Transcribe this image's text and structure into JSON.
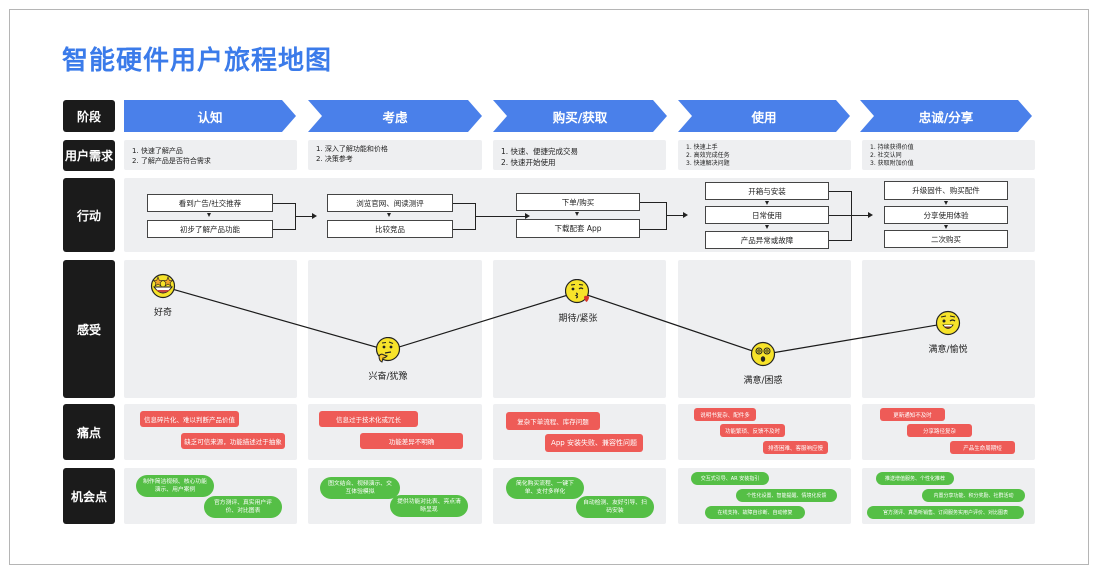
{
  "title": "智能硬件用户旅程地图",
  "row_labels": {
    "stage": "阶段",
    "needs": "用户需求",
    "actions": "行动",
    "feelings": "感受",
    "pain_points": "痛点",
    "opportunities": "机会点"
  },
  "stages": [
    {
      "name": "认知",
      "needs": [
        "1. 快速了解产品",
        "2. 了解产品是否符合需求"
      ],
      "actions": [
        "看到广告/社交推荐",
        "初步了解产品功能"
      ],
      "feeling": {
        "label": "好奇",
        "emoji": "star-struck-face-icon",
        "level": 0.82
      },
      "pain_points": [
        "信息碎片化、难以判断产品价值",
        "缺乏可信来源，功能描述过于抽象"
      ],
      "opportunities": [
        "制作简洁视频、核心功能演示、用户案例",
        "官方测评、真实用户评价、对比图表"
      ]
    },
    {
      "name": "考虑",
      "needs": [
        "1. 深入了解功能和价格",
        "2. 决策参考"
      ],
      "actions": [
        "浏览官网、阅读测评",
        "比较竞品"
      ],
      "feeling": {
        "label": "兴奋/犹豫",
        "emoji": "thinking-face-icon",
        "level": 0.35
      },
      "pain_points": [
        "信息过于技术化或冗长",
        "功能差异不明确"
      ],
      "opportunities": [
        "图文结合、视频演示、交互体验模拟",
        "提供功能对比表、亮点清晰呈现"
      ]
    },
    {
      "name": "购买/获取",
      "needs": [
        "1. 快速、便捷完成交易",
        "2. 快速开始使用"
      ],
      "actions": [
        "下单/购买",
        "下载配套 App"
      ],
      "feeling": {
        "label": "期待/紧张",
        "emoji": "kissing-face-icon",
        "level": 0.78
      },
      "pain_points": [
        "复杂下单流程、库存问题",
        "App 安装失败、兼容性问题"
      ],
      "opportunities": [
        "简化购买流程、一键下单、支付多样化",
        "自动检测、友好引导、扫码安装"
      ]
    },
    {
      "name": "使用",
      "needs": [
        "1. 快速上手",
        "2. 高效完成任务",
        "3. 快速解决问题"
      ],
      "actions": [
        "开箱与安装",
        "日常使用",
        "产品异常或故障"
      ],
      "feeling": {
        "label": "满意/困惑",
        "emoji": "dizzy-face-icon",
        "level": 0.32
      },
      "pain_points": [
        "说明书复杂、配件多",
        "功能繁琐、反馈不及时",
        "排查困难、客服响应慢"
      ],
      "opportunities": [
        "交互式引导、AR 安装指引",
        "个性化设置、智能提醒、情境化反馈",
        "在线支持、故障自诊断、自动修复"
      ]
    },
    {
      "name": "忠诚/分享",
      "needs": [
        "1. 持续获得价值",
        "2. 社交认同",
        "3. 获取附加价值"
      ],
      "actions": [
        "升级固件、购买配件",
        "分享使用体验",
        "二次购买"
      ],
      "feeling": {
        "label": "满意/愉悦",
        "emoji": "winking-face-icon",
        "level": 0.55
      },
      "pain_points": [
        "更新通知不及时",
        "分享路径复杂",
        "产品生命周期短"
      ],
      "opportunities": [
        "推送增值服务、个性化推荐",
        "内置分享功能、积分奖励、社群活动",
        "官方测评、真愚听销售、订阅服务实用户评价、对比图表"
      ]
    }
  ],
  "colors": {
    "title": "#3b7bea",
    "stage_arrow": "#4a80ea",
    "row_label_bg": "#1b1b1b",
    "cell_bg": "#eeeff1",
    "pain": "#ee5b57",
    "opportunity": "#55bf46",
    "emoji": "#f7e32a"
  }
}
